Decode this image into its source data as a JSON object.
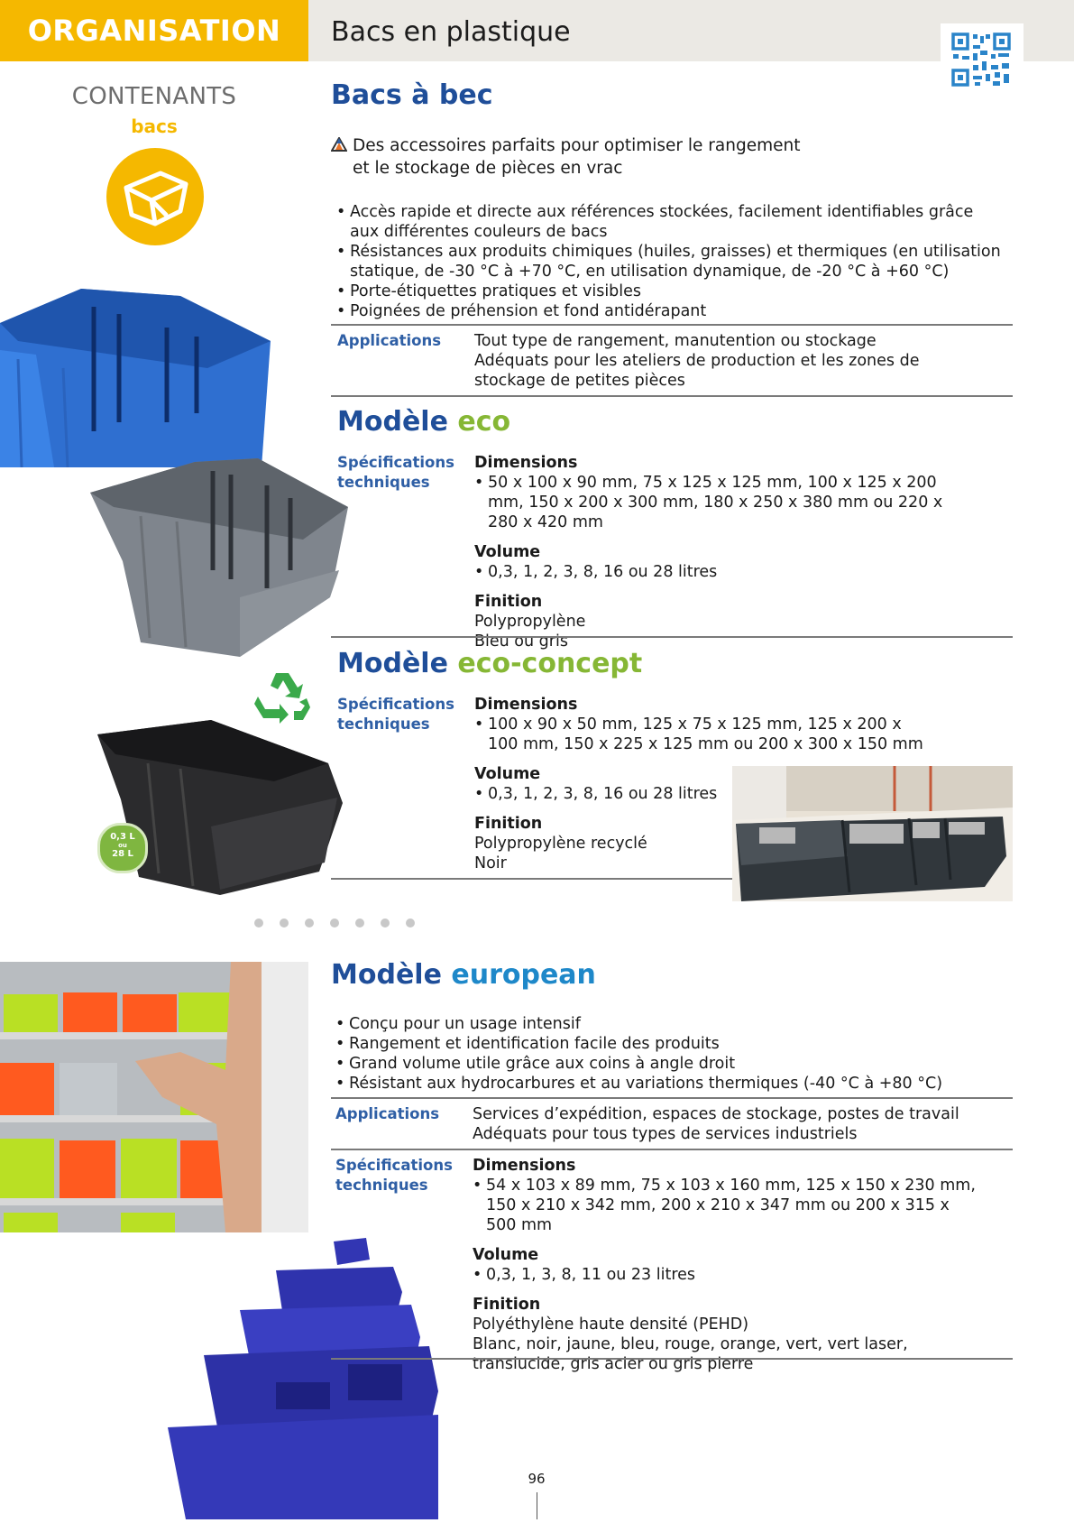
{
  "header": {
    "category": "ORGANISATION",
    "title": "Bacs en plastique"
  },
  "sidebar": {
    "section": "CONTENANTS",
    "subsection": "bacs",
    "eco_badge_top": "0,3 L",
    "eco_badge_mid": "ou",
    "eco_badge_bottom": "28 L"
  },
  "bacs_a_bec": {
    "title": "Bacs à bec",
    "intro_line1": "Des accessoires parfaits pour optimiser le rangement",
    "intro_line2": "et le stockage de pièces en vrac",
    "bullets": [
      "Accès rapide et directe aux références stockées, facilement identifiables grâce aux différentes couleurs de bacs",
      "Résistances aux produits chimiques (huiles, graisses) et thermiques (en utilisation statique, de -30 °C à +70 °C, en utilisation dynamique, de -20 °C à +60 °C)",
      "Porte-étiquettes pratiques et visibles",
      "Poignées de préhension et fond antidérapant"
    ],
    "applications_label": "Applications",
    "applications_lines": [
      "Tout type de rangement, manutention ou stockage",
      "Adéquats pour les ateliers de production et les zones de stockage de petites pièces"
    ]
  },
  "eco": {
    "title_prefix": "Modèle ",
    "title_accent": "eco",
    "spec_label_1": "Spécifications",
    "spec_label_2": "techniques",
    "dimensions_label": "Dimensions",
    "dimensions_value": "50 x 100 x 90 mm, 75 x 125 x 125 mm, 100 x 125 x 200 mm, 150 x 200 x 300 mm, 180 x 250 x 380 mm ou 220 x 280 x 420 mm",
    "volume_label": "Volume",
    "volume_value": "0,3, 1, 2, 3, 8, 16 ou 28 litres",
    "finition_label": "Finition",
    "finition_lines": [
      "Polypropylène",
      "Bleu ou gris"
    ]
  },
  "eco_concept": {
    "title_prefix": "Modèle ",
    "title_accent": "eco-concept",
    "spec_label_1": "Spécifications",
    "spec_label_2": "techniques",
    "dimensions_label": "Dimensions",
    "dimensions_value": "100 x 90 x 50 mm, 125 x 75 x 125 mm, 125 x 200 x 100 mm, 150 x 225 x 125 mm ou 200 x 300 x 150 mm",
    "volume_label": "Volume",
    "volume_value": "0,3, 1, 2, 3, 8, 16 ou 28 litres",
    "finition_label": "Finition",
    "finition_lines": [
      "Polypropylène recyclé",
      "Noir"
    ]
  },
  "european": {
    "title_prefix": "Modèle ",
    "title_accent": "european",
    "bullets": [
      "Conçu pour un usage intensif",
      "Rangement et identification facile des produits",
      "Grand volume utile grâce aux coins à angle droit",
      "Résistant aux hydrocarbures et au variations thermiques (-40 °C à +80 °C)"
    ],
    "applications_label": "Applications",
    "applications_lines": [
      "Services d’expédition, espaces de stockage, postes de travail",
      "Adéquats pour tous types de services industriels"
    ],
    "spec_label_1": "Spécifications",
    "spec_label_2": "techniques",
    "dimensions_label": "Dimensions",
    "dimensions_value": "54 x 103 x 89 mm, 75 x 103 x 160 mm, 125 x 150 x 230 mm, 150 x 210 x 342 mm, 200 x 210 x 347 mm ou 200 x 315 x 500 mm",
    "volume_label": "Volume",
    "volume_value": "0,3, 1, 3, 8, 11 ou 23 litres",
    "finition_label": "Finition",
    "finition_lines": [
      "Polyéthylène haute densité (PEHD)",
      "Blanc, noir, jaune, bleu, rouge, orange, vert, vert laser, translucide, gris acier ou gris pierre"
    ]
  },
  "footer": {
    "page_number": "96"
  },
  "colors": {
    "brand_yellow": "#f5b800",
    "heading_blue": "#1f4e99",
    "label_blue": "#2f5fa5",
    "eco_green": "#86b735",
    "european_blue": "#1e88c9"
  },
  "icons": [
    "warning-triangle-icon",
    "open-box-icon",
    "recycle-icon",
    "qr-code"
  ]
}
